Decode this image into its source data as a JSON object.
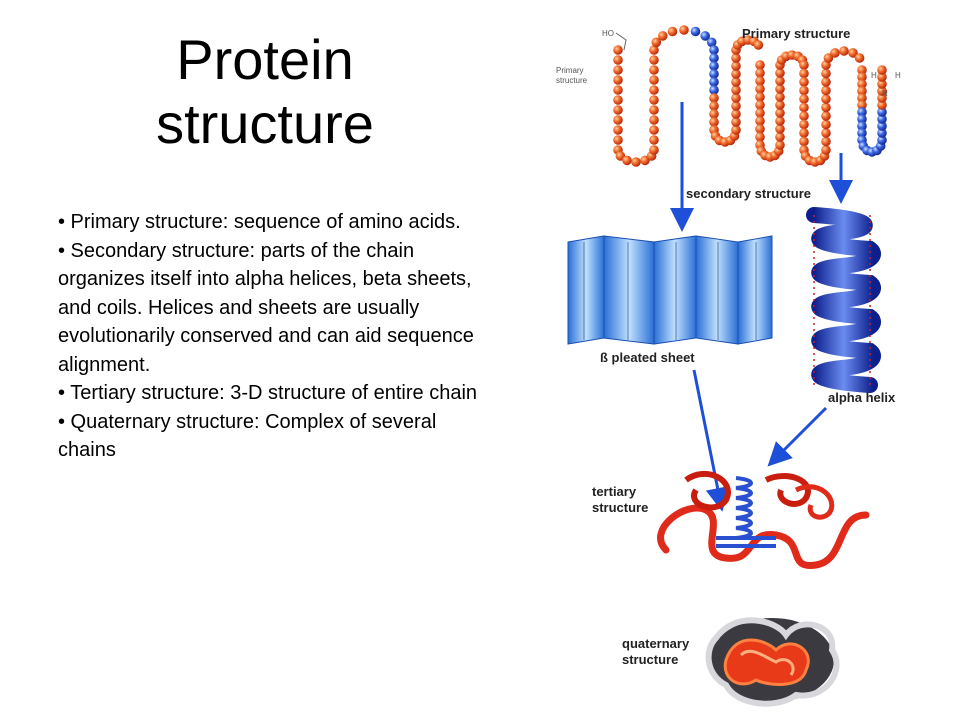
{
  "slide": {
    "title_line1": "Protein",
    "title_line2": "structure",
    "bullets": [
      "• Primary structure: sequence of amino acids.",
      "• Secondary structure: parts of the chain organizes itself into alpha helices, beta sheets, and coils. Helices and sheets are usually evolutionarily conserved and can aid sequence alignment.",
      "• Tertiary structure: 3-D structure of entire chain",
      "• Quaternary structure: Complex of several chains"
    ]
  },
  "figure": {
    "labels": {
      "primary_heading": "Primary structure",
      "primary_side_1": "Primary",
      "primary_side_2": "structure",
      "secondary": "secondary structure",
      "beta_sheet": "ß pleated sheet",
      "alpha_helix": "alpha helix",
      "tertiary_1": "tertiary",
      "tertiary_2": "structure",
      "quaternary_1": "quaternary",
      "quaternary_2": "structure",
      "carboxyl": "HO",
      "amine_h1": "H",
      "amine_h2": "H",
      "amine_n": "N"
    },
    "colors": {
      "residue_red": "#e8401c",
      "residue_orange": "#f07a2a",
      "residue_blue": "#2a4fd0",
      "arrow_blue": "#1e4fd8",
      "sheet_blue": "#4a8fe0",
      "helix_blue": "#2236b8",
      "tertiary_red": "#e02a1a"
    }
  }
}
